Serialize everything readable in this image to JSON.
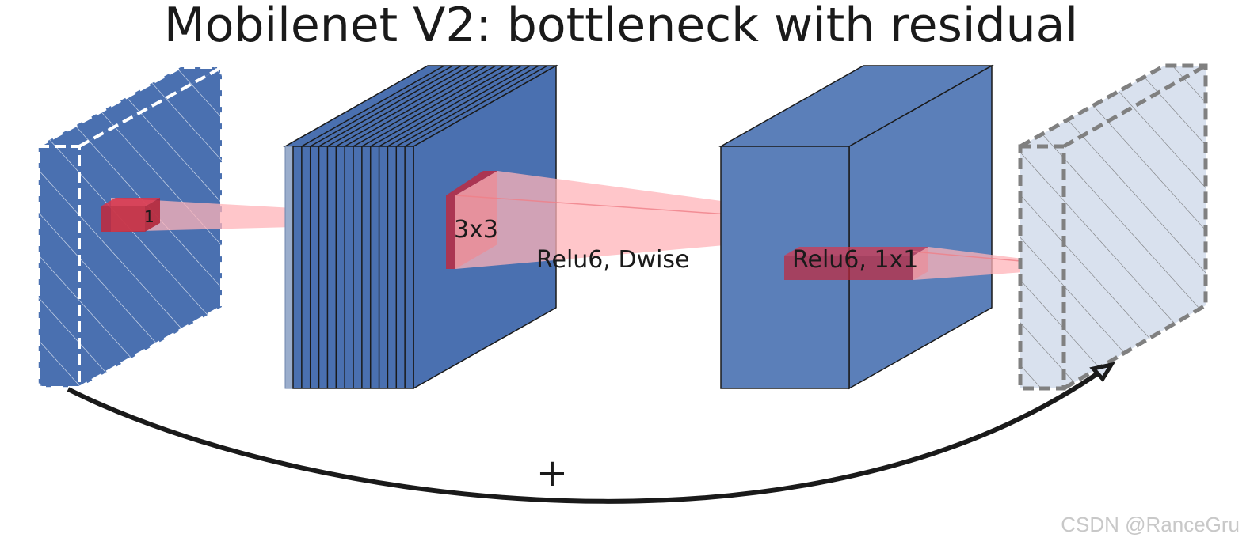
{
  "title": "Mobilenet V2: bottleneck with residual",
  "labels": {
    "kernel_1": "1",
    "kernel_3x3": "3x3",
    "dwise": "Relu6, Dwise",
    "pointwise": "Relu6, 1x1",
    "plus": "+"
  },
  "watermark": "CSDN @RanceGru",
  "colors": {
    "block_blue": "#4a70b0",
    "block_blue_light": "#5b7fb9",
    "output_block": "#d9e1ee",
    "kernel_red": "#c3273b",
    "projection_pink": "#ffb3b8",
    "residual_arrow": "#1a1a1a"
  }
}
